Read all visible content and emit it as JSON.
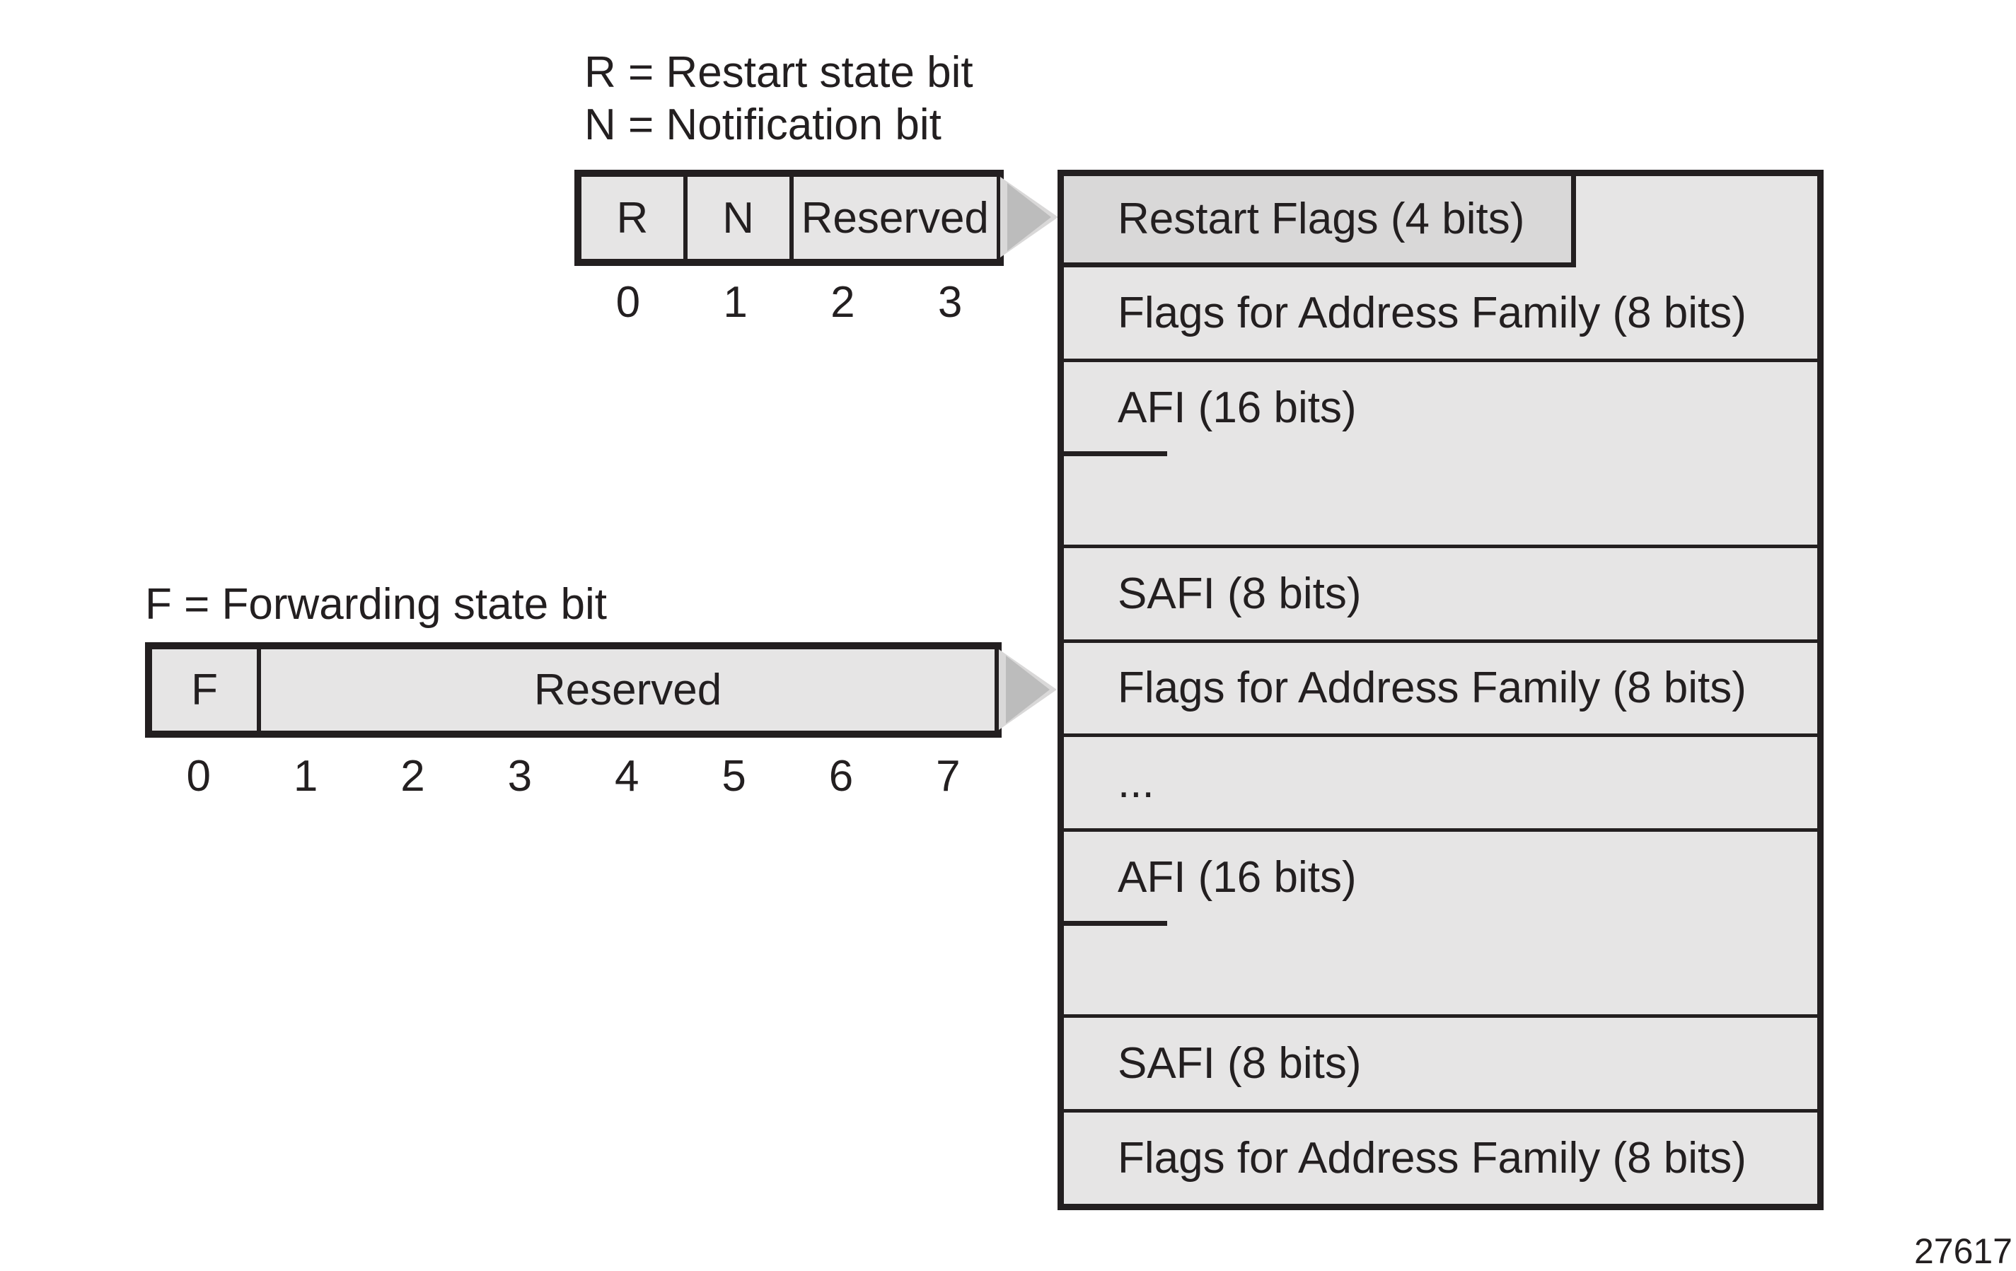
{
  "figure": {
    "number": "27617"
  },
  "colors": {
    "background": "#ffffff",
    "cell_fill": "#e6e5e5",
    "highlight_cell_fill": "#d9d8d8",
    "line_and_text": "#231f20",
    "arrow_fill": "#bcbcbc",
    "arrow_highlight": "#d9d8d8"
  },
  "restart_field": {
    "legend_line1": "R = Restart state bit",
    "legend_line2": "N = Notification bit",
    "cells": [
      {
        "label": "R"
      },
      {
        "label": "N"
      },
      {
        "label": "Reserved"
      }
    ],
    "bit_numbers": [
      "0",
      "1",
      "2",
      "3"
    ]
  },
  "forwarding_field": {
    "legend": "F = Forwarding state bit",
    "cells": [
      {
        "label": "F"
      },
      {
        "label": "Reserved"
      }
    ],
    "bit_numbers": [
      "0",
      "1",
      "2",
      "3",
      "4",
      "5",
      "6",
      "7"
    ]
  },
  "capability_table": {
    "rows": [
      {
        "label": "Restart Flags (4 bits)"
      },
      {
        "label": "Flags for Address Family (8 bits)"
      },
      {
        "label": "AFI (16 bits)"
      },
      {
        "label": "SAFI (8 bits)"
      },
      {
        "label": "Flags for Address Family (8 bits)"
      },
      {
        "label": "..."
      },
      {
        "label": "AFI (16 bits)"
      },
      {
        "label": "SAFI (8 bits)"
      },
      {
        "label": "Flags for Address Family (8 bits)"
      }
    ]
  }
}
